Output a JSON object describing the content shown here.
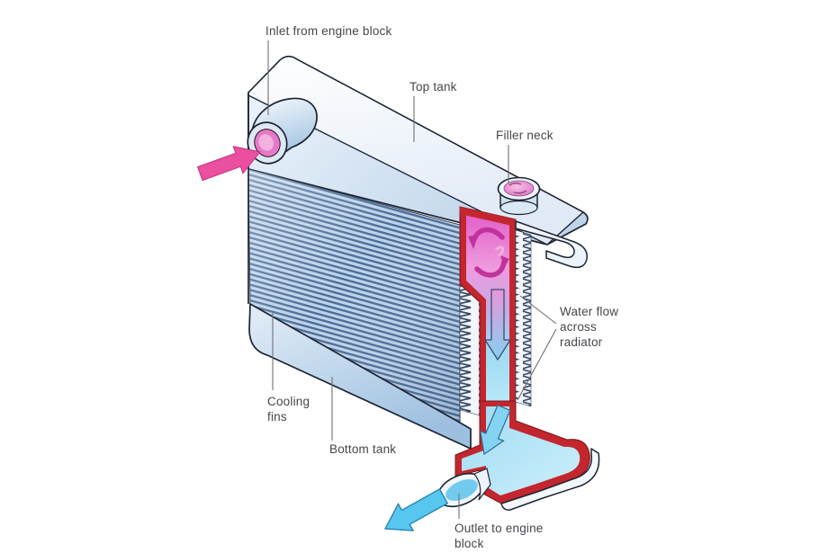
{
  "labels": {
    "inlet": {
      "text": "Inlet from engine block"
    },
    "top_tank": {
      "text": "Top tank"
    },
    "filler_neck": {
      "text": "Filler neck"
    },
    "water_flow": {
      "lines": [
        "Water flow",
        "across",
        "radiator"
      ]
    },
    "cooling_fins": {
      "lines": [
        "Cooling",
        "fins"
      ]
    },
    "bottom_tank": {
      "text": "Bottom tank"
    },
    "outlet": {
      "lines": [
        "Outlet to engine",
        "block"
      ]
    }
  },
  "colors": {
    "background": "#ffffff",
    "body_light_blue": "#dce9f5",
    "fin_line_blue": "#4c6d97",
    "cut_edge_red": "#c3262e",
    "hot_water_magenta": "#e35fc9",
    "cool_water_cyan": "#9cd9f2",
    "inlet_arrow_pink": "#eb4fa0",
    "outlet_arrow_blue": "#57c7f0",
    "outline_dark": "#1f2433",
    "label_text": "#45464c"
  },
  "icons": {
    "hot_water_inlet_arrow": "thick pink arrow pointing into inlet pipe",
    "cool_water_outlet_arrow": "thick blue arrow pointing out of outlet pipe",
    "swirl_flow_arrows": "curved magenta arrows in top-tank cutaway",
    "down_flow_arrow": "downward arrow in cutaway channel",
    "bottom_flow_arrow": "blue arrow entering bottom tank"
  }
}
